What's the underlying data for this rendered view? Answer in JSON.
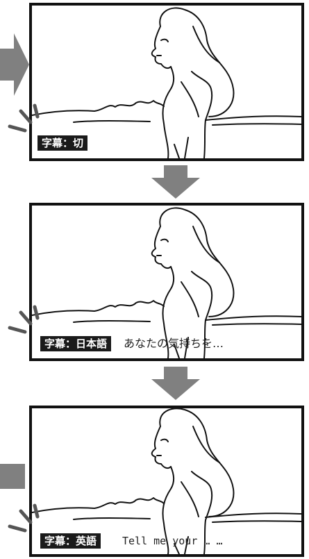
{
  "panels": [
    {
      "badge": "字幕：切",
      "subtitle": ""
    },
    {
      "badge": "字幕：日本語",
      "subtitle": "あなたの気持ちを…"
    },
    {
      "badge": "字幕：英語",
      "subtitle": "Tell me your … …"
    }
  ],
  "colors": {
    "arrow": "#808080",
    "frame": "#111111",
    "badge_bg": "#1a1a1a"
  },
  "icons": [
    "right-arrow-icon",
    "down-arrow-icon",
    "spark-lines-icon"
  ]
}
